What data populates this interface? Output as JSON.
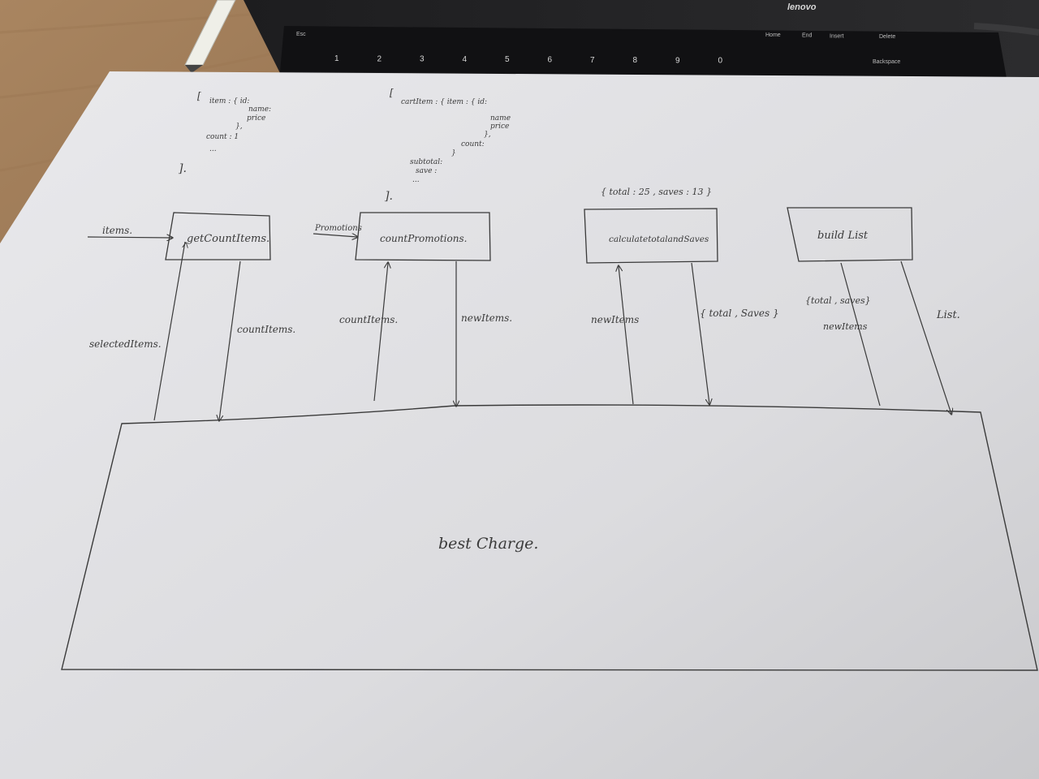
{
  "laptop": {
    "brand": "lenovo",
    "keys_top": [
      "Esc",
      "Home",
      "End",
      "Insert",
      "Delete"
    ],
    "keys_num": [
      "1",
      "2",
      "3",
      "4",
      "5",
      "6",
      "7",
      "8",
      "9",
      "0"
    ],
    "key_backspace": "Backspace"
  },
  "diagram": {
    "note_items": [
      "[",
      "item : { id:",
      "name:",
      "price",
      "},",
      "count : 1",
      "...",
      "]."
    ],
    "note_cart": [
      "[",
      "cartItem : { item : { id:",
      "name",
      "price",
      "},",
      "count:",
      "}",
      "subtotal:",
      "save :",
      "...",
      "]."
    ],
    "note_total": "{ total : 25 , saves : 13 }",
    "boxes": [
      {
        "label": "getCountItems."
      },
      {
        "label": "countPromotions."
      },
      {
        "label": "calculatetotalandSaves"
      },
      {
        "label": "build List"
      }
    ],
    "input_items": "items.",
    "input_promotions": "Promotions",
    "arrow_labels": {
      "selectedItems": "selectedItems.",
      "countItems_out": "countItems.",
      "countItems_in": "countItems.",
      "newItems_out": "newItems.",
      "newItems_in": "newItems",
      "total_saves_out": "{ total , Saves }",
      "total_saves_in": "{total , saves}",
      "newItems_in2": "newItems",
      "list_out": "List."
    },
    "main_box": "best Charge."
  }
}
